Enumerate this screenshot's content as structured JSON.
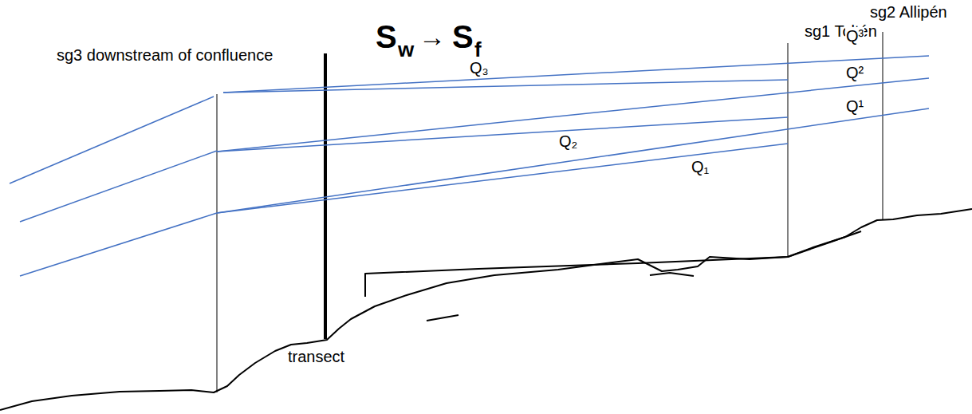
{
  "diagram": {
    "labels": [
      "sg3 downstream of confluence",
      "transect",
      "sg1 Toltén",
      "sg2 Allipén",
      "S",
      "w",
      "→",
      "S",
      "f",
      "Q³",
      "Q²",
      "Q¹",
      "Q₃",
      "Q₂",
      "Q₁"
    ]
  }
}
